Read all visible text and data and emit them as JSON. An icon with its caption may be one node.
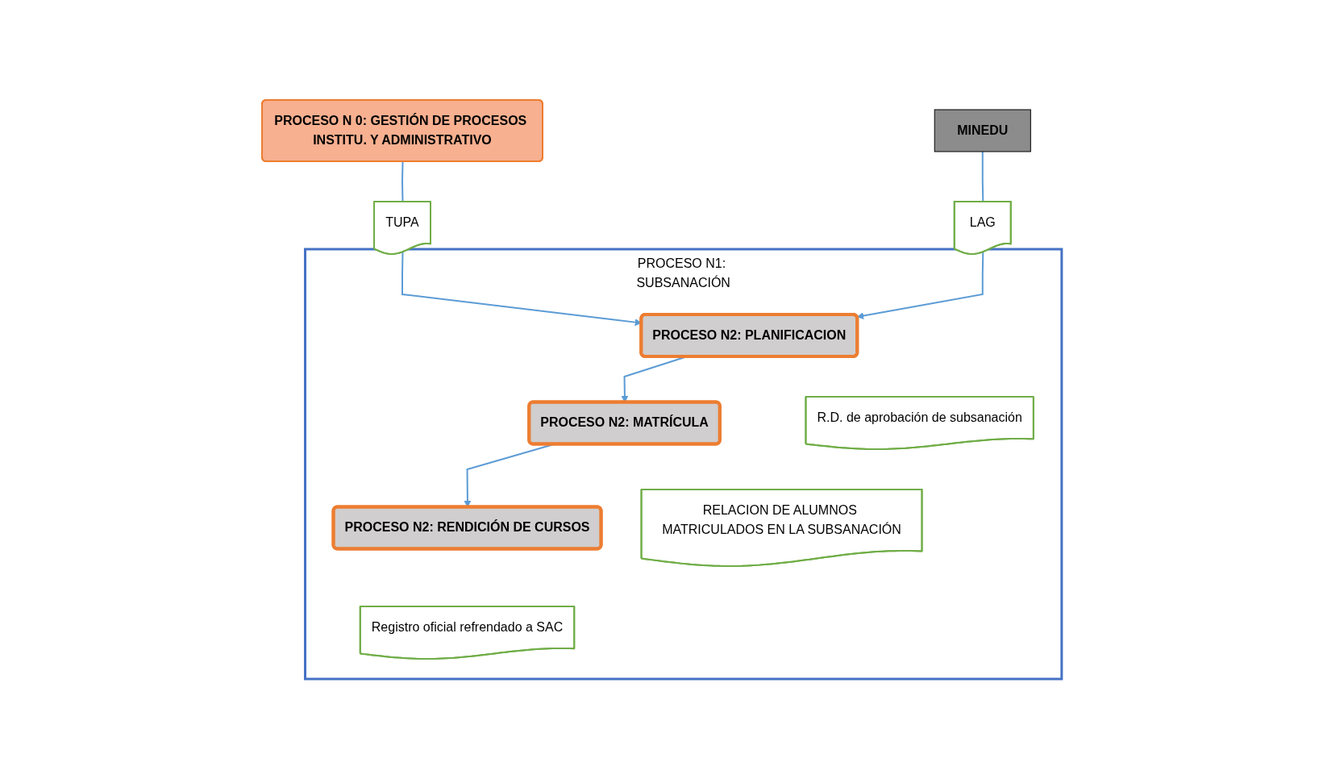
{
  "diagram": {
    "nodes": [
      {
        "text": [
          "PROCESO N 0: GESTIÓN DE PROCESOS INSTITU. Y ADMINISTRATIVO"
        ]
      },
      {
        "text": [
          "MINEDU"
        ]
      },
      {
        "text": [
          "TUPA"
        ]
      },
      {
        "text": [
          "LAG"
        ]
      },
      {
        "text": [
          "PROCESO N1: SUBSANACIÓN"
        ]
      },
      {
        "text": [
          "PROCESO N2: PLANIFICACION"
        ],
        "in": 4
      },
      {
        "text": [
          "PROCESO N2: MATRÍCULA"
        ],
        "in": 4
      },
      {
        "text": [
          "PROCESO N2: RENDICIÓN DE CURSOS"
        ],
        "in": 4
      },
      {
        "text": [
          "R.D. de aprobación de subsanación"
        ],
        "in": 4
      },
      {
        "text": [
          "RELACION DE ALUMNOS MATRICULADOS EN LA SUBSANACIÓN"
        ],
        "in": 4
      },
      {
        "text": [
          "Registro oficial refrendado a SAC"
        ],
        "in": 4
      }
    ],
    "edges": [
      {
        "from": 0,
        "to": 2,
        "arrow": "none"
      },
      {
        "from": 2,
        "to": 5,
        "arrow": "to"
      },
      {
        "from": 1,
        "to": 3,
        "arrow": "none"
      },
      {
        "from": 3,
        "to": 5,
        "arrow": "to"
      },
      {
        "from": 5,
        "to": 6,
        "arrow": "to"
      },
      {
        "from": 6,
        "to": 7,
        "arrow": "to"
      }
    ]
  }
}
